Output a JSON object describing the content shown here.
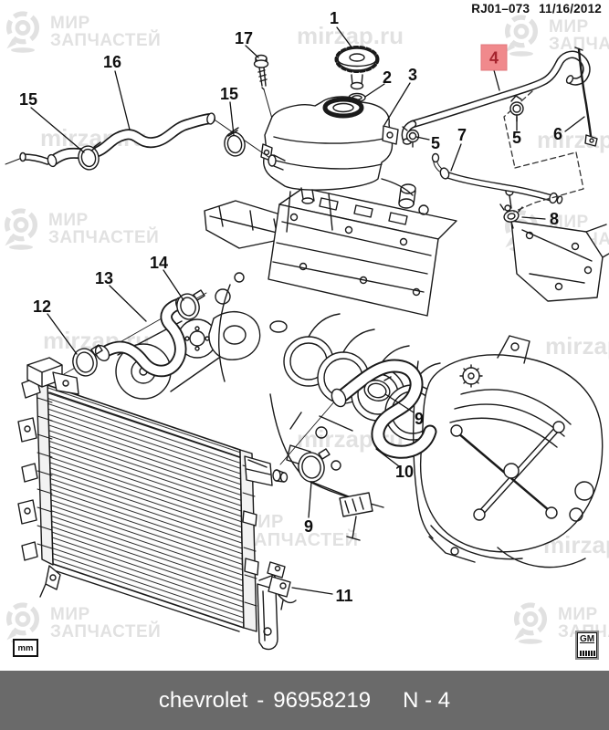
{
  "header": {
    "code": "RJ01–073",
    "date": "11/16/2012"
  },
  "watermark": {
    "brand_top": "МИР",
    "brand_bottom": "ЗАПЧАСТЕЙ",
    "site": "mirzap.ru"
  },
  "diagram": {
    "units_label": "mm",
    "callouts": [
      {
        "label": "1",
        "highlighted": false
      },
      {
        "label": "2",
        "highlighted": false
      },
      {
        "label": "3",
        "highlighted": false
      },
      {
        "label": "4",
        "highlighted": true
      },
      {
        "label": "5",
        "highlighted": false
      },
      {
        "label": "5",
        "highlighted": false
      },
      {
        "label": "6",
        "highlighted": false
      },
      {
        "label": "7",
        "highlighted": false
      },
      {
        "label": "8",
        "highlighted": false
      },
      {
        "label": "9",
        "highlighted": false
      },
      {
        "label": "9",
        "highlighted": false
      },
      {
        "label": "10",
        "highlighted": false
      },
      {
        "label": "11",
        "highlighted": false
      },
      {
        "label": "12",
        "highlighted": false
      },
      {
        "label": "13",
        "highlighted": false
      },
      {
        "label": "14",
        "highlighted": false
      },
      {
        "label": "15",
        "highlighted": false
      },
      {
        "label": "15",
        "highlighted": false
      },
      {
        "label": "16",
        "highlighted": false
      },
      {
        "label": "17",
        "highlighted": false
      }
    ]
  },
  "colors": {
    "highlight_bg": "#f0898c",
    "highlight_text": "#a6242e",
    "footer_bg": "#6a6a6a",
    "line": "#1a1a1a"
  },
  "gm_logo": {
    "label": "GM"
  },
  "footer": {
    "brand": "chevrolet",
    "separator": "-",
    "part_number": "96958219",
    "sheet": "N - 4"
  }
}
